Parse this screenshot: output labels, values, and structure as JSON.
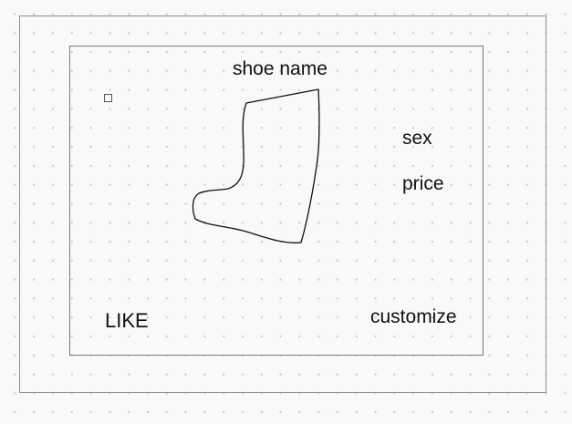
{
  "product_card": {
    "title": "shoe name",
    "sex_label": "sex",
    "price_label": "price",
    "like_label": "LIKE",
    "customize_label": "customize",
    "image_icon": "boot-sketch-icon",
    "checkbox_icon": "checkbox-icon"
  }
}
